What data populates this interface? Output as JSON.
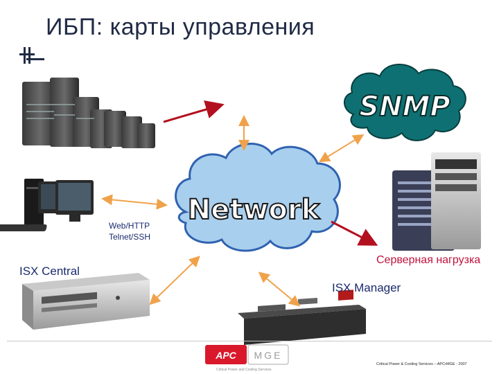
{
  "slide": {
    "title": "ИБП: карты управления"
  },
  "diagram": {
    "center_word": "Network",
    "snmp_word": "SNMP",
    "protocols": [
      "Web/HTTP",
      "Telnet/SSH"
    ],
    "isx_central": "ISX Central",
    "isx_manager": "ISX Manager",
    "server_load": "Серверная нагрузка"
  },
  "footer": {
    "brand_left": "APC",
    "brand_right": "MGE",
    "tagline": "Critical Power and Cooling Services",
    "credit": "Critical Power & Cooling Services – APC•MGE - 2007"
  },
  "colors": {
    "cloud_fill": "#a9cfee",
    "cloud_stroke": "#2f62b0",
    "snmp_cloud": "#0e7072",
    "arrow_orange": "#f0a24a",
    "arrow_red": "#b3101f",
    "apc_red": "#d9182b"
  }
}
